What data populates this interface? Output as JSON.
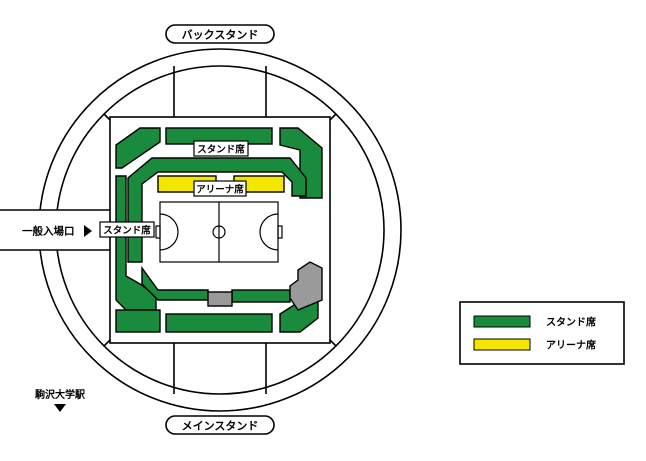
{
  "map": {
    "labels": {
      "back_stand": "バックスタンド",
      "main_stand": "メインスタンド",
      "stand_seat_top": "スタンド席",
      "arena_seat": "アリーナ席",
      "stand_seat_left": "スタンド席",
      "entrance": "一般入場口",
      "station": "駒沢大学駅"
    },
    "icons": {
      "entrance_arrow": "triangle-right-icon",
      "station_arrow": "triangle-down-icon"
    }
  },
  "legend": {
    "items": [
      {
        "label": "スタンド席",
        "color": "#1a8a3c"
      },
      {
        "label": "アリーナ席",
        "color": "#f5e600"
      }
    ]
  },
  "colors": {
    "stand": "#1a8a3c",
    "arena": "#f5e600",
    "gray": "#9a9a9a",
    "outline": "#000000"
  }
}
